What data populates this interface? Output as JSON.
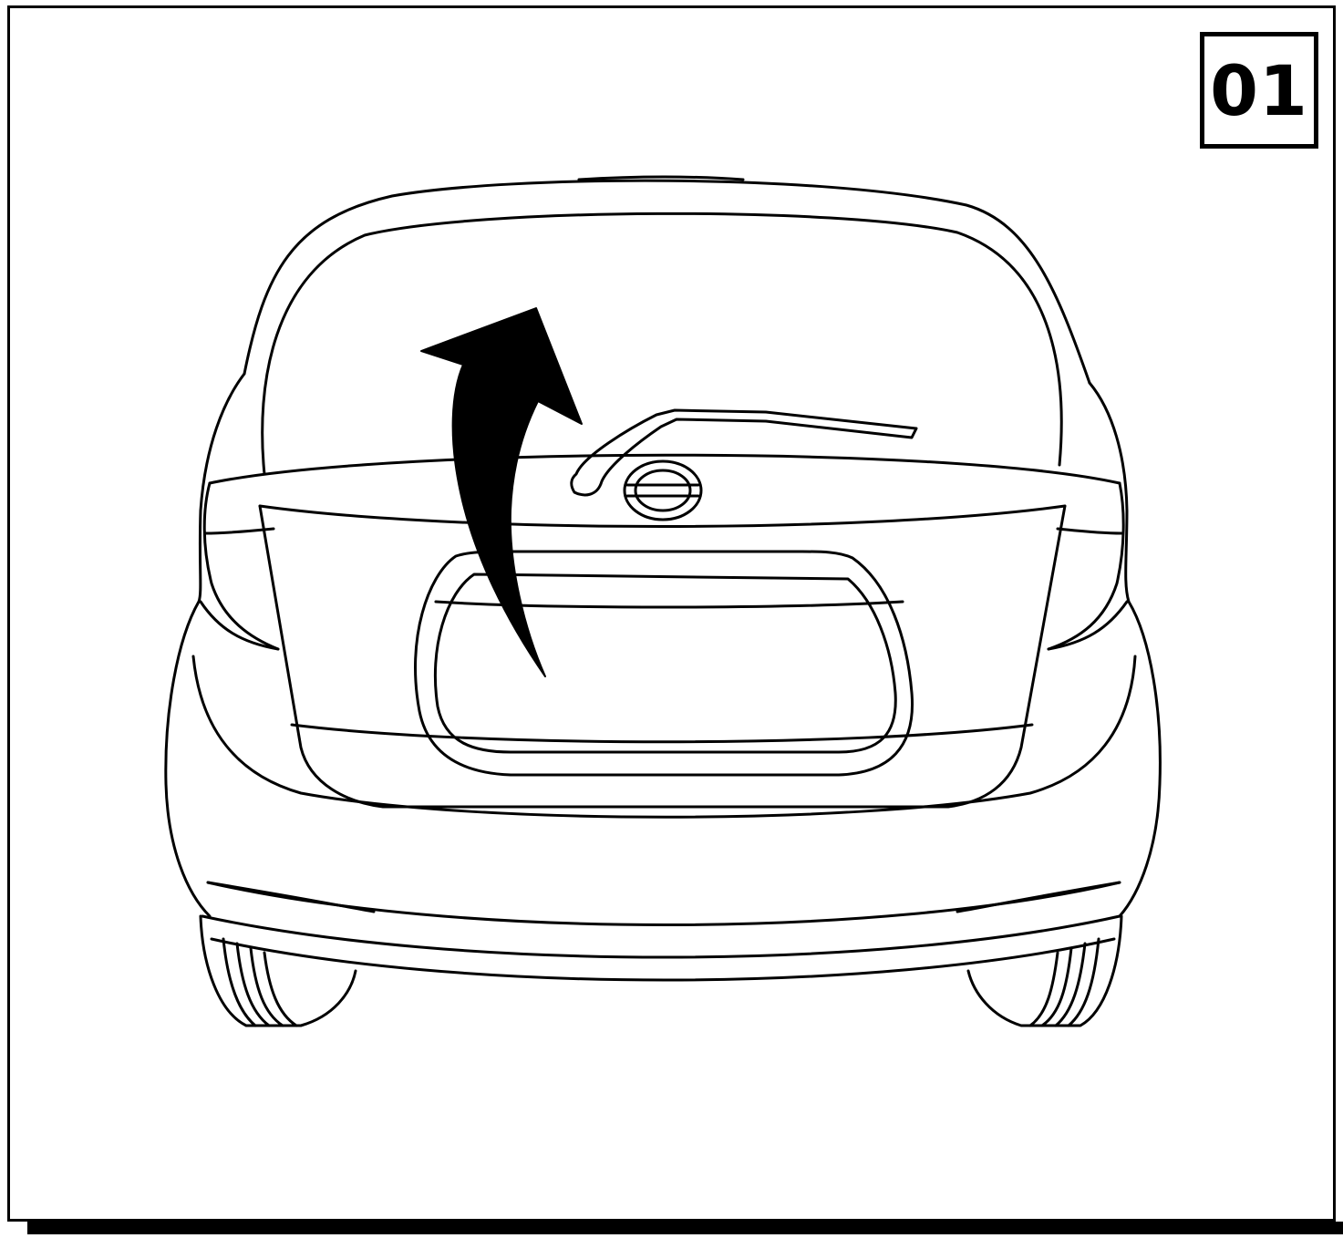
{
  "step": {
    "number": "01"
  },
  "illustration": {
    "subject": "car-rear-view",
    "action": "lift-tailgate-arrow",
    "colors": {
      "line": "#000000",
      "background": "#ffffff"
    }
  }
}
